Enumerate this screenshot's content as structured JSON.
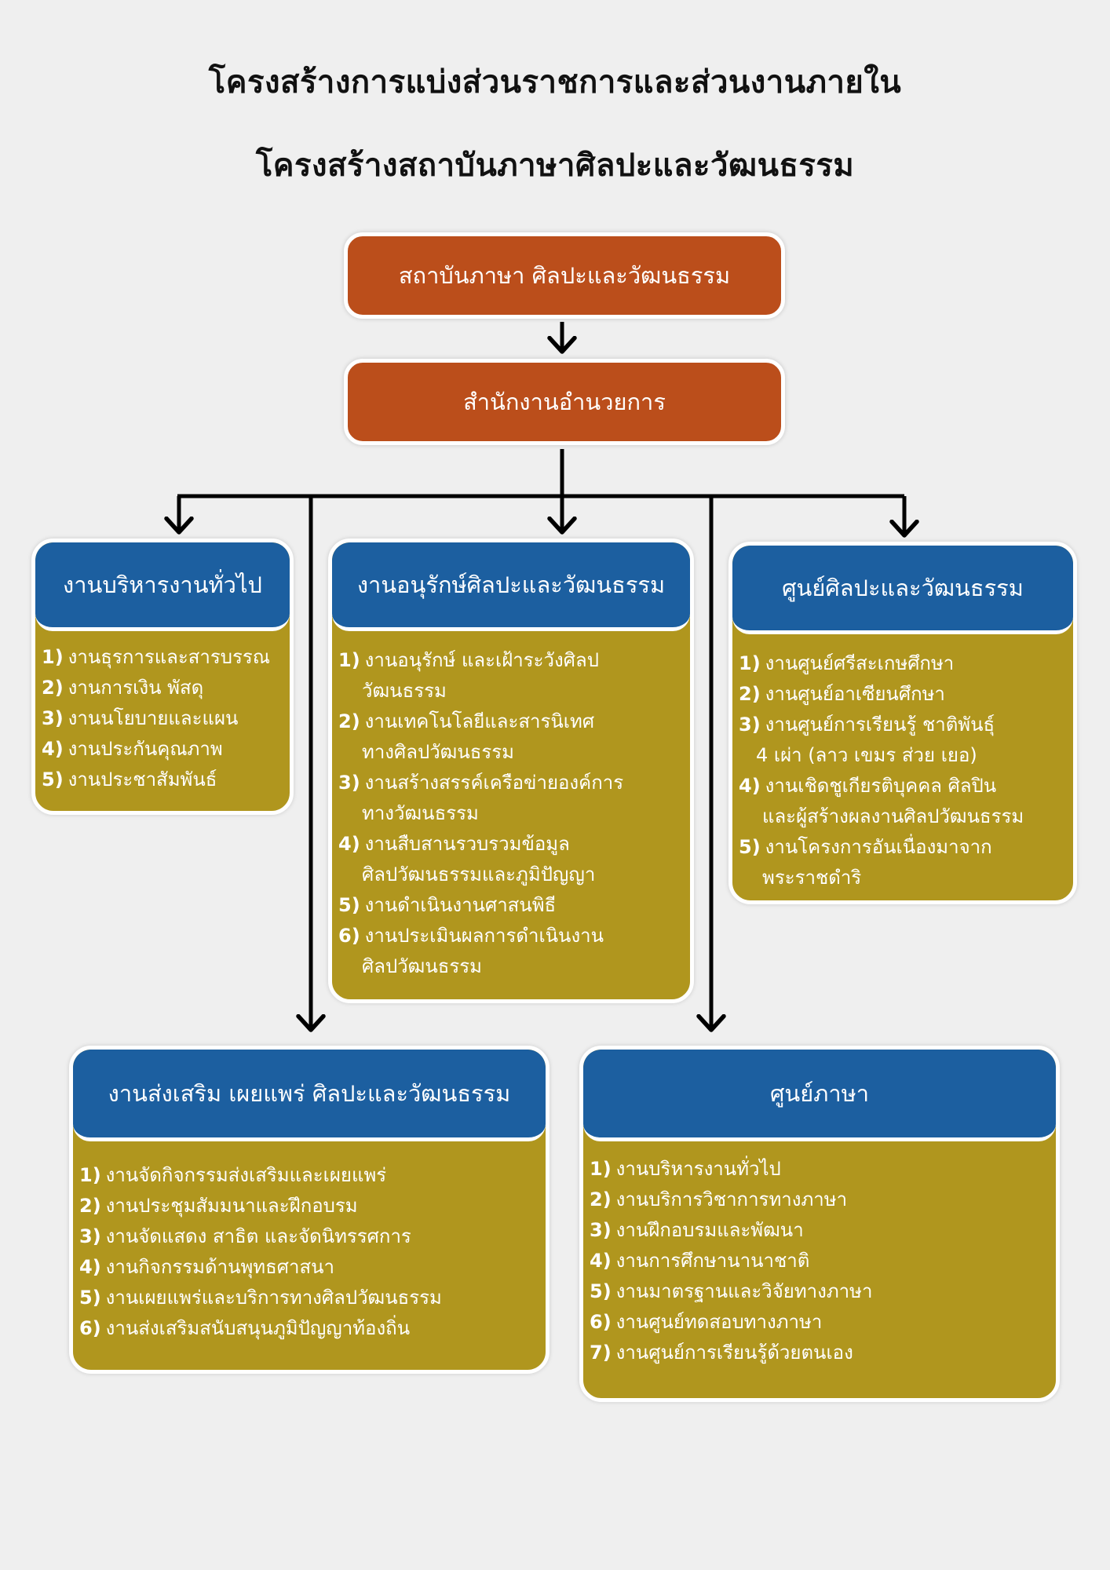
{
  "title": {
    "line1": "โครงสร้างการแบ่งส่วนราชการและส่วนงานภายใน",
    "line2": "โครงสร้างสถาบันภาษาศิลปะและวัฒนธรรม"
  },
  "top_unit": "สถาบันภาษา ศิลปะและวัฒนธรรม",
  "office": "สำนักงานอำนวยการ",
  "departments": {
    "admin": {
      "name": "งานบริหารงานทั่วไป",
      "items": [
        {
          "n": "1)",
          "t": "งานธุรการและสารบรรณ"
        },
        {
          "n": "2)",
          "t": "งานการเงิน พัสดุ"
        },
        {
          "n": "3)",
          "t": "งานนโยบายและแผน"
        },
        {
          "n": "4)",
          "t": "งานประกันคุณภาพ"
        },
        {
          "n": "5)",
          "t": "งานประชาสัมพันธ์"
        }
      ]
    },
    "conserve": {
      "name": "งานอนุรักษ์ศิลปะและวัฒนธรรม",
      "items": [
        {
          "n": "1)",
          "t": "งานอนุรักษ์ และเฝ้าระวังศิลป",
          "c": "วัฒนธรรม"
        },
        {
          "n": "2)",
          "t": "งานเทคโนโลยีและสารนิเทศ",
          "c": "ทางศิลปวัฒนธรรม"
        },
        {
          "n": "3)",
          "t": "งานสร้างสรรค์เครือข่ายองค์การ",
          "c": "ทางวัฒนธรรม"
        },
        {
          "n": "4)",
          "t": "งานสืบสานรวบรวมข้อมูล",
          "c": "ศิลปวัฒนธรรมและภูมิปัญญา"
        },
        {
          "n": "5)",
          "t": "งานดำเนินงานศาสนพิธี"
        },
        {
          "n": "6)",
          "t": "งานประเมินผลการดำเนินงาน",
          "c": "ศิลปวัฒนธรรม"
        }
      ]
    },
    "center": {
      "name": "ศูนย์ศิลปะและวัฒนธรรม",
      "items": [
        {
          "n": "1)",
          "t": "งานศูนย์ศรีสะเกษศึกษา"
        },
        {
          "n": "2)",
          "t": "งานศูนย์อาเซียนศึกษา"
        },
        {
          "n": "3)",
          "t": "งานศูนย์การเรียนรู้ ชาติพันธุ์",
          "c": "4 เผ่า (ลาว เขมร ส่วย เยอ)"
        },
        {
          "n": "4)",
          "t": "งานเชิดชูเกียรติบุคคล ศิลปิน",
          "c": "และผู้สร้างผลงานศิลปวัฒนธรรม"
        },
        {
          "n": "5)",
          "t": "งานโครงการอันเนื่องมาจาก",
          "c": "พระราชดำริ"
        }
      ]
    },
    "promote": {
      "name": "งานส่งเสริม เผยแพร่ ศิลปะและวัฒนธรรม",
      "items": [
        {
          "n": "1)",
          "t": "งานจัดกิจกรรมส่งเสริมและเผยแพร่"
        },
        {
          "n": "2)",
          "t": "งานประชุมสัมมนาและฝึกอบรม"
        },
        {
          "n": "3)",
          "t": "งานจัดแสดง สาธิต และจัดนิทรรศการ"
        },
        {
          "n": "4)",
          "t": "งานกิจกรรมด้านพุทธศาสนา"
        },
        {
          "n": "5)",
          "t": "งานเผยแพร่และบริการทางศิลปวัฒนธรรม"
        },
        {
          "n": "6)",
          "t": "งานส่งเสริมสนับสนุนภูมิปัญญาท้องถิ่น"
        }
      ]
    },
    "language": {
      "name": "ศูนย์ภาษา",
      "items": [
        {
          "n": "1)",
          "t": "งานบริหารงานทั่วไป"
        },
        {
          "n": "2)",
          "t": "งานบริการวิชาการทางภาษา"
        },
        {
          "n": "3)",
          "t": "งานฝึกอบรมและพัฒนา"
        },
        {
          "n": "4)",
          "t": "งานการศึกษานานาชาติ"
        },
        {
          "n": "5)",
          "t": "งานมาตรฐานและวิจัยทางภาษา"
        },
        {
          "n": "6)",
          "t": "งานศูนย์ทดสอบทางภาษา"
        },
        {
          "n": "7)",
          "t": "งานศูนย์การเรียนรู้ด้วยตนเอง"
        }
      ]
    }
  },
  "colors": {
    "top_box": "#bb4e1b",
    "dept_header": "#1c5fa0",
    "dept_body": "#b0961e",
    "connector": "#000000",
    "background": "#efefef"
  }
}
